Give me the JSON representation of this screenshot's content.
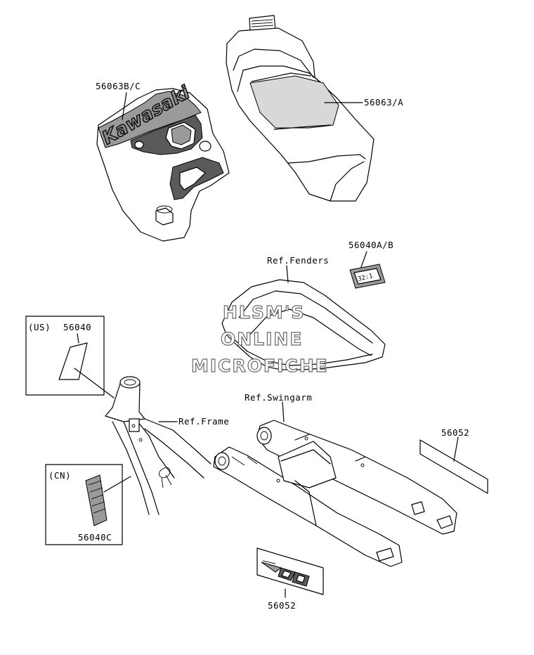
{
  "callouts": {
    "tank_shroud_decal": "56063B/C",
    "tank_decal": "56063/A",
    "fender_label": "56040A/B",
    "ref_fenders": "Ref.Fenders",
    "us_region": "(US)",
    "us_label": "56040",
    "ref_frame": "Ref.Frame",
    "cn_region": "(CN)",
    "cn_label": "56040C",
    "ref_swingarm": "Ref.Swingarm",
    "swingarm_decal_right": "56052",
    "swingarm_decal_bottom": "56052"
  },
  "decal_text": {
    "brand": "Kawasaki",
    "ratio_label": "32:1"
  },
  "watermark": {
    "line1": "HLSM'S",
    "line2": "ONLINE",
    "line3": "MICROFICHE"
  }
}
